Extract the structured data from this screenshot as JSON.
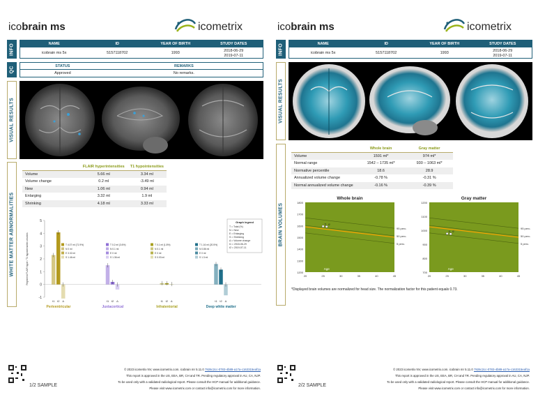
{
  "brand": {
    "prefix": "ico",
    "bold": "brain ms",
    "logo_text": "icometrix"
  },
  "info": {
    "label": "INFO",
    "headers": [
      "NAME",
      "ID",
      "YEAR OF BIRTH",
      "STUDY DATES"
    ],
    "name": "icobrain ms 5x",
    "id": "5157118702",
    "yob": "1993",
    "dates": [
      "2018-06-29",
      "2019-07-11"
    ]
  },
  "qc": {
    "label": "QC",
    "status_header": "STATUS",
    "remarks_header": "REMARKS",
    "status": "Approved",
    "remarks": "No remarks."
  },
  "visual_label": "VISUAL RESULTS",
  "wma": {
    "label": "WHITE MATTER ABNORMALITIES",
    "col1": "FLAIR hyperintensities",
    "col2": "T1 hypointensities",
    "rows": [
      [
        "Volume",
        "5.66 ml",
        "3.34 ml"
      ],
      [
        "Volume change",
        "0.2 ml",
        "-3.49 ml"
      ],
      [
        "New",
        "1.06 ml",
        "0.94 ml"
      ],
      [
        "Enlarging",
        "3.32 ml",
        "1.9 ml"
      ],
      [
        "Shrinking",
        "4.18 ml",
        "3.33 ml"
      ]
    ]
  },
  "chart_data": [
    {
      "type": "bar",
      "ylabel": "Registered FLAIR hyper / T1 hypointensities volumes",
      "ylim": [
        -1,
        5
      ],
      "yticks": [
        "5",
        "4",
        "3",
        "2",
        "1",
        "0",
        "-1"
      ],
      "groups": [
        "Periventricular",
        "Juxtacortical",
        "Infratentorial",
        "Deep white matter"
      ],
      "group_colors": [
        "#b39a1e",
        "#8f6fd6",
        "#a8a020",
        "#1f6f8a"
      ],
      "tick_labels": [
        "t1",
        "t2",
        "Δ"
      ],
      "legend_title": "Graph legend",
      "legend": [
        "T = Total (%)",
        "N = New",
        "E = Enlarging",
        "S = Shrinking",
        "Δ = Volume change",
        "t1 = 2018-06-29",
        "t2 = 2019-07-11"
      ],
      "group_legends": [
        [
          "T 4.07 ml (71.9%)",
          "N 0 ml",
          "E 3.32 ml",
          "S 1.46 ml"
        ],
        [
          "T 0.2 ml (3.6%)",
          "N 0.1 ml",
          "E 0 ml",
          "S 1.36 ml"
        ],
        [
          "T 0.1 ml (1.8%)",
          "N 0.1 ml",
          "E 0 ml",
          "S 0.03 ml"
        ],
        [
          "T 1.16 ml (20.5%)",
          "N 0.86 ml",
          "E 0 ml",
          "S 1.3 ml"
        ]
      ],
      "series": [
        {
          "name": "t1",
          "values": [
            2.3,
            1.5,
            0.1,
            1.6
          ]
        },
        {
          "name": "t2",
          "values": [
            4.07,
            0.2,
            0.1,
            1.16
          ]
        },
        {
          "name": "Δ",
          "values": [
            -1.1,
            -0.4,
            0.03,
            -0.85
          ]
        }
      ]
    },
    {
      "type": "line",
      "title": "Whole brain",
      "xlabel": "Age",
      "xlim": [
        20,
        45
      ],
      "ylim": [
        1200,
        1800
      ],
      "xticks": [
        "20",
        "25",
        "30",
        "35",
        "40",
        "45"
      ],
      "yticks": [
        "1800",
        "1700",
        "1600",
        "1500",
        "1400",
        "1300",
        "1200"
      ],
      "percentile_labels": [
        "95 perc.",
        "50 perc.",
        "5 perc."
      ],
      "point_labels": [
        "t1",
        "t2"
      ],
      "points": [
        [
          25,
          1594
        ],
        [
          26,
          1591
        ]
      ]
    },
    {
      "type": "line",
      "title": "Gray matter",
      "xlabel": "Age",
      "xlim": [
        20,
        45
      ],
      "ylim": [
        700,
        1200
      ],
      "xticks": [
        "20",
        "25",
        "30",
        "35",
        "40",
        "45"
      ],
      "yticks": [
        "1200",
        "1100",
        "1000",
        "900",
        "800",
        "700"
      ],
      "percentile_labels": [
        "95 perc.",
        "50 perc.",
        "5 perc."
      ],
      "point_labels": [
        "t1",
        "t2"
      ],
      "points": [
        [
          25,
          976
        ],
        [
          26,
          974
        ]
      ]
    }
  ],
  "bv": {
    "label": "BRAIN VOLUMES",
    "col1": "Whole brain",
    "col2": "Gray matter",
    "rows": [
      [
        "Volume",
        "1591 ml*",
        "974 ml*"
      ],
      [
        "Normal range",
        "1542 – 1735 ml*",
        "930 – 1063 ml*"
      ],
      [
        "Normative percentile",
        "18.6",
        "28.9"
      ],
      [
        "Annualized volume change",
        "-0.78 %",
        "-0.31 %"
      ],
      [
        "Normal annualized volume change",
        "-0.16 %",
        "-0.39 %"
      ]
    ],
    "note": "*Displayed brain volumes are normalized for head size. The normalization factor for this patient equals 0.73."
  },
  "footer": {
    "line1": "© 2023 icometrix NV, www.icometrix.com. icobrain mr 5.11.0",
    "link": "7926c2cc-0783-4b89-a17a-c163315eaf1a",
    "line2": "This report is approved in the US, EEA, BR, CH and TR. Pending regulatory approval in AU, CA, NJP.",
    "line3": "To be used only with a validated radiological report. Please consult the HCP manual for additional guidance.",
    "line4": "Please visit www.icometrix.com or contact info@icometrix.com for more information.",
    "page1": "1/2 SAMPLE",
    "page2": "2/2 SAMPLE"
  }
}
